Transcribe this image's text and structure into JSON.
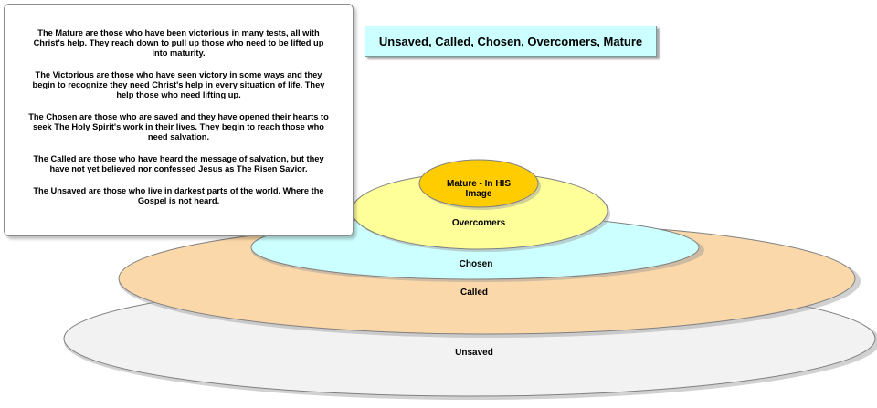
{
  "title": "Unsaved, Called, Chosen, Overcomers, Mature",
  "description": {
    "paragraphs": [
      "The Mature are those who have been victorious in many tests, all with Christ's help. They reach down to pull up those who need to be lifted up into maturity.",
      "The Victorious are those who have seen victory in some ways and they begin to recognize they need Christ's help in every situation of life. They help those who need lifting up.",
      "The Chosen are those who are saved and they have opened their hearts to seek The Holy Spirit's work in their lives. They begin to reach those who need salvation.",
      "The Called are those who have heard the message of salvation, but they have not yet believed nor confessed Jesus as The Risen Savior.",
      "The Unsaved are those who live in darkest parts of the world. Where the Gospel is not heard."
    ]
  },
  "layers": {
    "unsaved": {
      "label": "Unsaved",
      "color": "#f2f2f2"
    },
    "called": {
      "label": "Called",
      "color": "#fbd8a9"
    },
    "chosen": {
      "label": "Chosen",
      "color": "#ccffff"
    },
    "overcomers": {
      "label": "Overcomers",
      "color": "#ffff99"
    },
    "mature": {
      "label_line1": "Mature - In HIS",
      "label_line2": "Image",
      "color": "#ffcc00"
    }
  }
}
